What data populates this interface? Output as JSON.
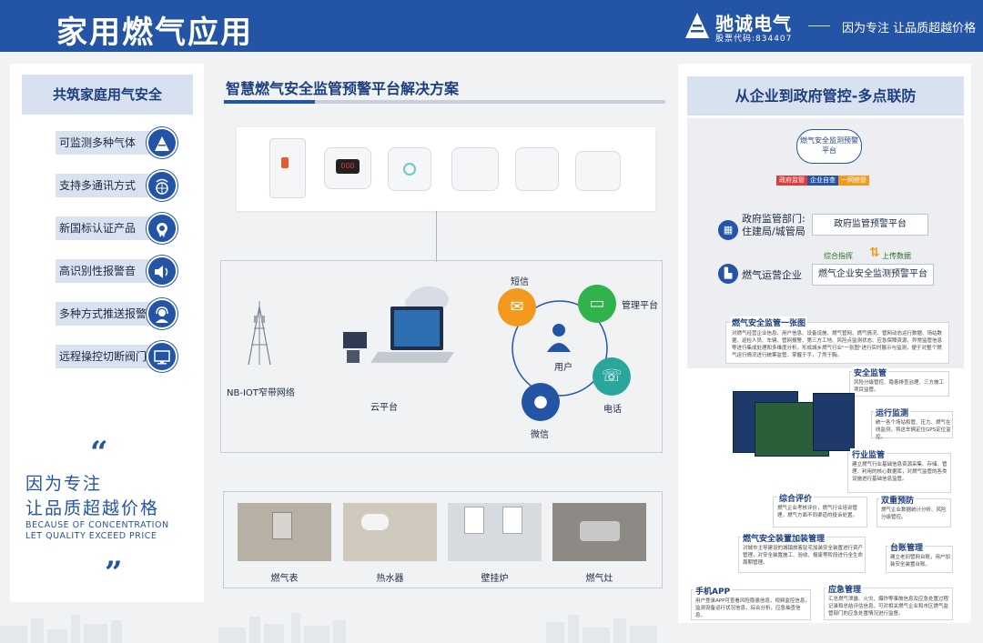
{
  "header": {
    "title": "家用燃气应用",
    "brand": "驰诚电气",
    "stock_code": "股票代码:834407",
    "slogan": "因为专注 让品质超越价格"
  },
  "left": {
    "title": "共筑家庭用气安全",
    "features": [
      {
        "label": "可监测多种气体",
        "icon": "logo-icon"
      },
      {
        "label": "支持多通讯方式",
        "icon": "wireless-icon"
      },
      {
        "label": "新国标认证产品",
        "icon": "certificate-icon"
      },
      {
        "label": "高识别性报警音",
        "icon": "speaker-icon"
      },
      {
        "label": "多种方式推送报警",
        "icon": "customer-service-icon"
      },
      {
        "label": "远程操控切断阀门",
        "icon": "monitor-icon"
      }
    ],
    "motto_line1": "因为专注",
    "motto_line2": "让品质超越价格",
    "en_line1": "BECAUSE OF CONCENTRATION",
    "en_line2": "LET QUALITY EXCEED PRICE"
  },
  "middle": {
    "title": "智慧燃气安全监管预警平台解决方案",
    "network_label": "NB-IOT窄带网络",
    "cloud_label": "云平台",
    "user_label": "用户",
    "channels": {
      "sms": "短信",
      "admin": "管理平台",
      "phone": "电话",
      "wechat": "微信"
    },
    "products": [
      "燃气表",
      "热水器",
      "壁挂炉",
      "燃气灶"
    ]
  },
  "right": {
    "title": "从企业到政府管控-多点联防",
    "cloud_text": "燃气安全监测预警平台",
    "tags": [
      "政府监管",
      "企业自查",
      "一网统管"
    ],
    "gov_org": "政府监管部门:住建局/城管局",
    "gov_platform": "政府监管预警平台",
    "cmd_label": "综合指挥",
    "upload_label": "上传数据",
    "ent_org": "燃气运营企业",
    "ent_platform": "燃气企业安全监测预警平台",
    "sections": {
      "overview": "燃气安全监管一张图",
      "overview_text": "对燃气经营企业信息、用户信息、设备设施、燃气管网、燃气情况、管网动态运行数据、场站数据、巡检人员、车辆、管网报警、第三方工地、风险点监测状态、应急保障资源、异常监管信息等进行集成处理和多维度分析，形成城乡燃气行业\"一张图\"进行实时展示与监测，便于对整个燃气运行情况进行统筹监管，掌握于手，了然于胸。",
      "safety": "安全监管",
      "safety_text": "风险分级管控、隐患排查治理、三方施工项目监管。",
      "ops": "运行监测",
      "ops_text": "统一各个场站和管、压力、燃气在线监测，将这车辆定位GPS定位监控。",
      "industry": "行业监管",
      "industry_text": "建立燃气行业基础信息资源采集、存储、管理、利用的核心数据库，对燃气监管的各类设施进行基础信息监管。",
      "eval": "综合评价",
      "eval_text": "燃气企业考核评价，燃气行业培训管理，燃气方面不同渠道的投诉处置。",
      "double": "双重预防",
      "double_text": "燃气企业数据统计分析、风险分级管控。",
      "device": "燃气安全装置加装管理",
      "device_text": "对城市主导建设的城镇旅客驻宅加装安全装置进行资产管理，对安全装置施工、验收、报废等阶段进行全生命周期管理。",
      "ledger": "台账管理",
      "ledger_text": "建立老旧管网台账，用户加装安全装置台账。",
      "app": "手机APP",
      "app_text": "用户登录APP可查看风险隐患信息，视频监控信息，监测设备运行状况信息，综合分析，应急抽查信息。",
      "emergency": "应急管理",
      "emergency_text": "汇总燃气泄露、火灾、爆炸等事故信息及应急处置过程记录和总结评估信息，可对相关燃气企业和市区燃气监管部门的应急处置情况进行监督。"
    }
  },
  "colors": {
    "brand_blue": "#2454a6",
    "orange": "#f39a1e",
    "green": "#2fb34a",
    "teal": "#2aa79b"
  }
}
